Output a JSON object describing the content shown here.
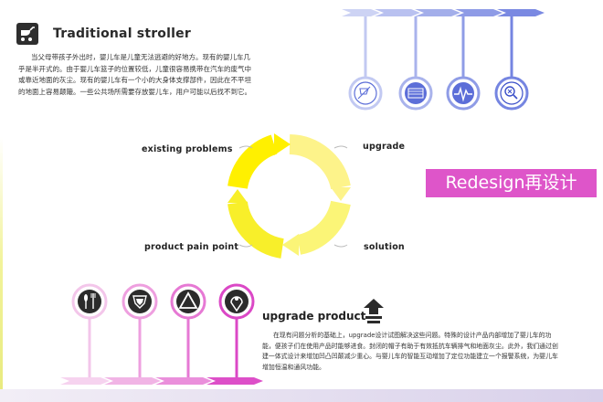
{
  "colors": {
    "blue_light": "#c9d0f3",
    "blue_dark": "#6f7fe0",
    "pink_light": "#f4c8ec",
    "pink_dark": "#d62ec0",
    "yellow": "#fff000",
    "redesign_bg": "#de55c9",
    "left_bar": "#f0f29a"
  },
  "header": {
    "icon": "stroller-icon",
    "title": "Traditional stroller",
    "paragraph": "当父母带孩子外出时，婴儿车是儿童无法逃避的好地方。现有的婴儿车几乎是半开式的。由于婴儿车篮子的位置较低，儿童很容易携带在汽车的废气中或靠近地面的灰尘。现有的婴儿车有一个小的大身体支撑部件，因此在不平坦的地面上容易颠簸。一些公共场所需要存放婴儿车，用户可能以后找不到它。"
  },
  "top_icons": [
    "stroller-water-icon",
    "keyboard-grid-icon",
    "pulse-wave-icon",
    "search-close-icon"
  ],
  "cycle": {
    "top_left": "existing problems",
    "top_right": "upgrade",
    "bottom_left": "product pain point",
    "bottom_right": "solution"
  },
  "badge": "Redesign再设计",
  "bottom_icons": [
    "spoon-fork-icon",
    "shield-badge-icon",
    "triangle-icon",
    "location-pin-icon"
  ],
  "upgrade": {
    "icon": "upgrade-arrow-icon",
    "title": "upgrade product",
    "paragraph": "在现有问题分析的基础上，upgrade设计试图解决这些问题。特殊的设计产品内部增加了婴儿车的功能，便孩子们在使用产品时能够进食。封闭的帽子有助于有效抵抗车辆排气和地面灰尘。此外，我们通过创建一体式设计来增加凹凸凹颠减少重心。与婴儿车的智能互动增加了定位功能建立一个报警系统，为婴儿车增加恒温和通风功能。"
  }
}
